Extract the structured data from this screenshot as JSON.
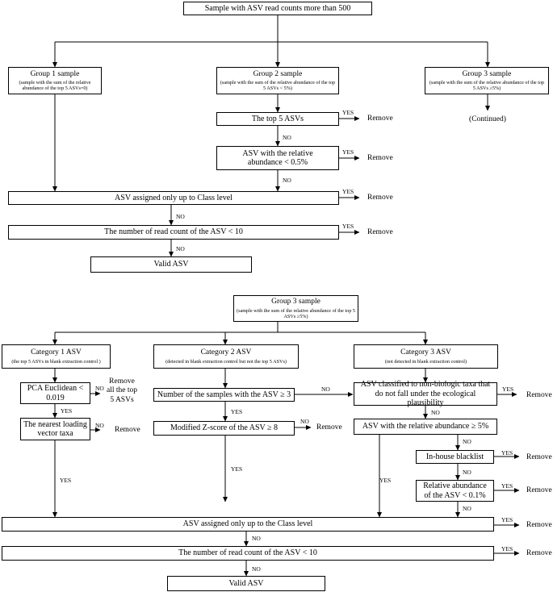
{
  "top": {
    "root": "Sample with ASV read counts more than 500",
    "group1": {
      "title": "Group 1 sample",
      "sub": "(sample with the sum of the relative abundance of the top 5 ASVs=0)"
    },
    "group2": {
      "title": "Group 2 sample",
      "sub": "(sample with the sum of the relative abundance of the top 5 ASVs < 5%)"
    },
    "group3": {
      "title": "Group 3 sample",
      "sub": "(sample with the sum of the relative abundance of the top 5 ASVs ≥5%)"
    },
    "continued": "(Continued)",
    "top5": "The top 5 ASVs",
    "relab": "ASV with the relative abundance < 0.5%",
    "classlevel": "ASV assigned only up to Class level",
    "readcount": "The number of read count of the ASV < 10",
    "valid": "Valid ASV"
  },
  "bottom": {
    "group3": {
      "title": "Group 3 sample",
      "sub": "(sample with the sum of the relative abundance of the top 5 ASVs ≥5%)"
    },
    "cat1": {
      "title": "Category 1 ASV",
      "sub": "(the top 5 ASVs in blank extraction control )"
    },
    "cat2": {
      "title": "Category 2 ASV",
      "sub": "(detected in blank extraction control but not the top 5 ASVs)"
    },
    "cat3": {
      "title": "Category 3 ASV",
      "sub": "(not detected in blank extraction control)"
    },
    "pca": "PCA Euclidean < 0.019",
    "removeall": "Remove all the top 5 ASVs",
    "nearest": "The nearest loading vector taxa",
    "nsamples": "Number of the samples with the ASV ≥ 3",
    "zscore": "Modified Z-score of the ASV ≥ 8",
    "nonbio": "ASV classified to non-biologic taxa that do not fall under the ecological plausibility",
    "relab5": "ASV with the relative abundance ≥ 5%",
    "inhouse": "In-house blacklist",
    "relab01": "Relative abundance of the ASV < 0.1%",
    "classlevel": "ASV assigned only up to the Class level",
    "readcount": "The number of read count of the ASV < 10",
    "valid": "Valid ASV"
  },
  "labels": {
    "yes": "YES",
    "no": "NO",
    "remove": "Remove"
  }
}
